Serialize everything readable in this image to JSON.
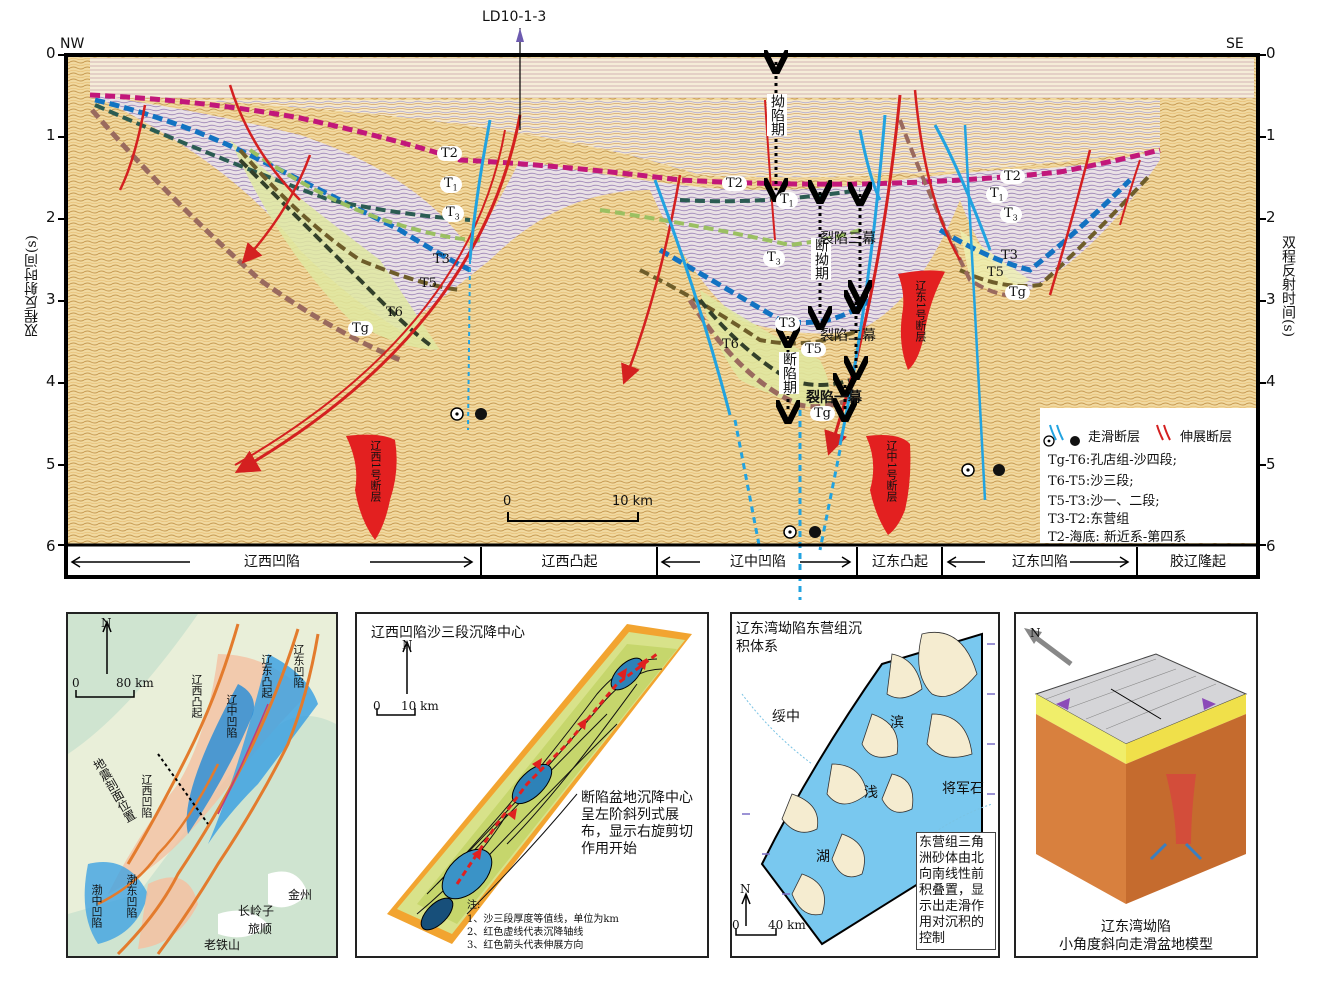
{
  "section": {
    "well": "LD10-1-3",
    "nw": "NW",
    "se": "SE",
    "y_axis_label": "双程反射时间(s)",
    "y_ticks": [
      "0",
      "1",
      "2",
      "3",
      "4",
      "5",
      "6"
    ],
    "horizons": {
      "t2": "T2",
      "t3": "T3",
      "t5": "T5",
      "t6": "T6",
      "tg": "Tg",
      "t1s": "T",
      "t1sub": "1",
      "t3s": "T",
      "t3sub": "3"
    },
    "phases": {
      "depression": "拗陷期",
      "rift_depression": "断拗期",
      "rift_phase": "断陷期",
      "rift_act3": "裂陷三幕",
      "rift_act2": "裂陷二幕",
      "rift_act1": "裂陷一幕"
    },
    "fault_names": {
      "liaoxi1": "辽西1号断层",
      "liaozhong1": "辽中1号断层",
      "liaodong1": "辽东1号断层"
    },
    "scale": {
      "zero": "0",
      "ten": "10 km"
    },
    "legend": {
      "strike_slip": "走滑断层",
      "extensional": "伸展断层",
      "tg_t6": "Tg-T6:孔店组-沙四段;",
      "t6_t5": "T6-T5:沙三段;",
      "t5_t3": "T5-T3:沙一、二段;",
      "t3_t2": "T3-T2:东营组",
      "t2_sea": "T2-海底: 新近系-第四系"
    },
    "zones": [
      "辽西凹陷",
      "辽西凸起",
      "辽中凹陷",
      "辽东凸起",
      "辽东凹陷",
      "胶辽隆起"
    ]
  },
  "panels": {
    "map": {
      "north": "N",
      "scale_zero": "0",
      "scale_len": "80 km",
      "section_label": "地震剖面位置",
      "labels": [
        "辽西凹陷",
        "辽西凸起",
        "辽中凹陷",
        "辽东凸起",
        "辽东凹陷",
        "渤中凹陷",
        "渤东凹陷",
        "长岭子",
        "金州",
        "旅顺",
        "老铁山"
      ]
    },
    "isopach": {
      "title": "辽西凹陷沙三段沉降中心",
      "north": "N",
      "scale_zero": "0",
      "scale_len": "10 km",
      "note": "断陷盆地沉降中心呈左阶斜列式展布，显示右旋剪切作用开始",
      "note_head": "注:",
      "note_items": [
        "1、沙三段厚度等值线，单位为km",
        "2、红色虚线代表沉降轴线",
        "3、红色箭头代表伸展方向"
      ]
    },
    "deltas": {
      "title": "辽东湾坳陷东营组沉积体系",
      "north": "N",
      "scale_zero": "0",
      "scale_len": "40 km",
      "places": [
        "绥中",
        "滨",
        "浅",
        "湖",
        "将军石"
      ],
      "note": "东营组三角洲砂体由北向南线性前积叠置，显示出走滑作用对沉积的控制"
    },
    "model": {
      "north": "N",
      "caption1": "辽东湾坳陷",
      "caption2": "小角度斜向走滑盆地模型"
    }
  }
}
